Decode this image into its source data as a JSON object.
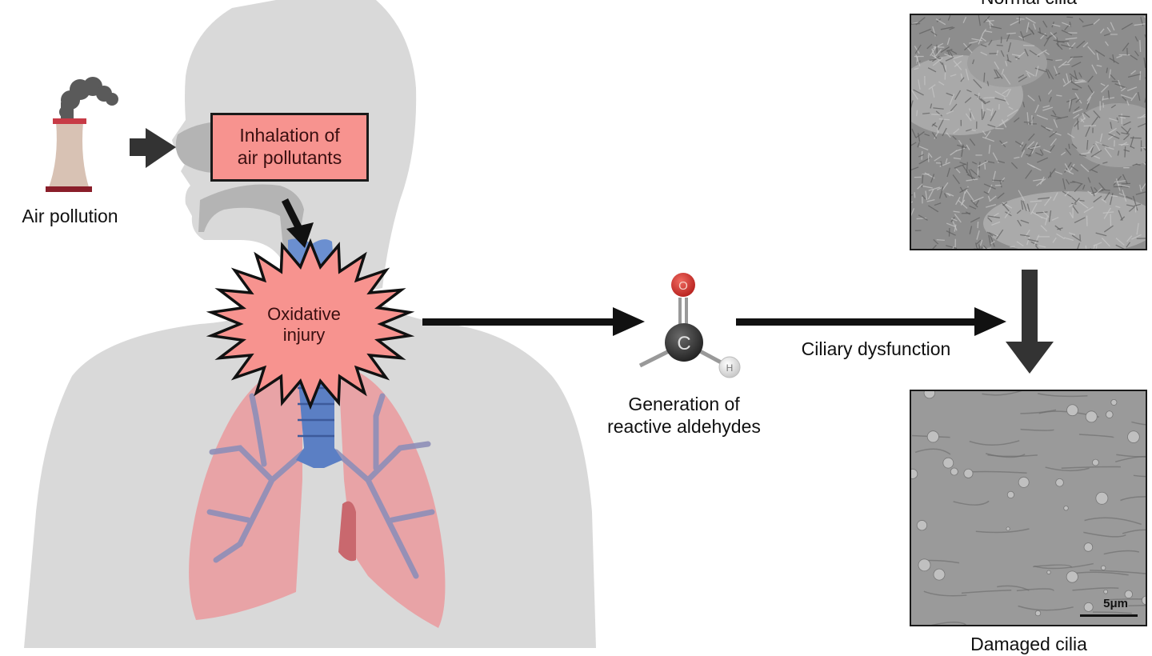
{
  "figure": {
    "title": "Air pollution induced ciliary dysfunction pathway",
    "colors": {
      "body_silhouette": "#d9d9d9",
      "airway_shadow": "#b4b4b4",
      "highlight_box": "#f7938f",
      "lung": "#e8a3a6",
      "bronchi": "#8e8fb8",
      "trachea": "#5b7fc4",
      "arrow": "#111111",
      "arrow_dark_gray": "#333333",
      "oxygen_atom": "#d9322e",
      "carbon_atom": "#3a3a3a",
      "hydrogen_atom": "#e8e8e8"
    }
  },
  "labels": {
    "air_pollution": "Air pollution",
    "inhalation": [
      "Inhalation of",
      "air pollutants"
    ],
    "oxidative_injury": [
      "Oxidative",
      "injury"
    ],
    "aldehydes": [
      "Generation of",
      "reactive aldehydes"
    ],
    "ciliary_dysfunction": "Ciliary dysfunction",
    "normal_cilia": "Normal cilia",
    "damaged_cilia": "Damaged cilia",
    "scale_bar": "5μm"
  },
  "molecule": {
    "atoms": [
      {
        "symbol": "O",
        "name": "oxygen"
      },
      {
        "symbol": "C",
        "name": "carbon"
      },
      {
        "symbol": "H",
        "name": "hydrogen"
      }
    ]
  },
  "icons": {
    "factory": "cooling-tower-with-smoke-icon",
    "arrows": [
      "arrow-right-to-nose",
      "arrow-down-to-throat",
      "arrow-right-to-molecule",
      "arrow-right-to-cilia",
      "arrow-down-normal-to-damaged"
    ]
  }
}
